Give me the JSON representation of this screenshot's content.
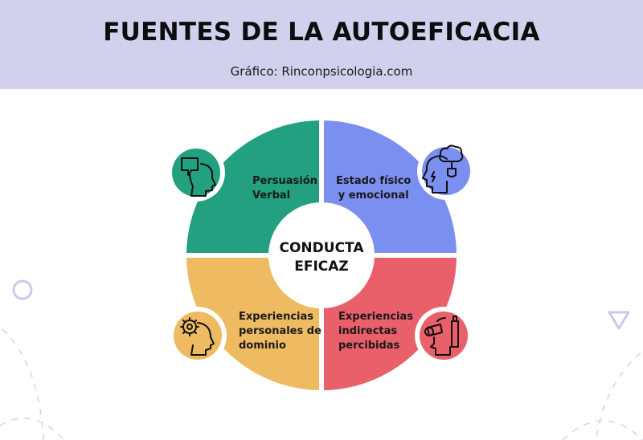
{
  "header": {
    "title": "FUENTES DE LA AUTOEFICACIA",
    "subtitle": "Gráfico: Rinconpsicologia.com",
    "background": "#d1d1ee"
  },
  "center": {
    "line1": "CONDUCTA",
    "line2": "EFICAZ"
  },
  "quadrants": [
    {
      "position": "top-left",
      "line1": "Persuasión",
      "line2": "Verbal",
      "color": "#22a07f",
      "icon": "speech-bubble-head-icon"
    },
    {
      "position": "top-right",
      "line1": "Estado físico",
      "line2": "y emocional",
      "color": "#7b8ff0",
      "icon": "head-cloud-plug-icon"
    },
    {
      "position": "bottom-left",
      "line1": "Experiencias",
      "line2": "personales de",
      "line3": "dominio",
      "color": "#eebb63",
      "icon": "head-gear-icon"
    },
    {
      "position": "bottom-right",
      "line1": "Experiencias",
      "line2": "indirectas",
      "line3": "percibidas",
      "color": "#e95f6a",
      "icon": "head-binoculars-icon"
    }
  ],
  "decorations": {
    "circle_outline_color": "#c9c9ec",
    "triangle_outline_color": "#c9c9ec",
    "dashed_line_color": "#d6d6e0"
  }
}
